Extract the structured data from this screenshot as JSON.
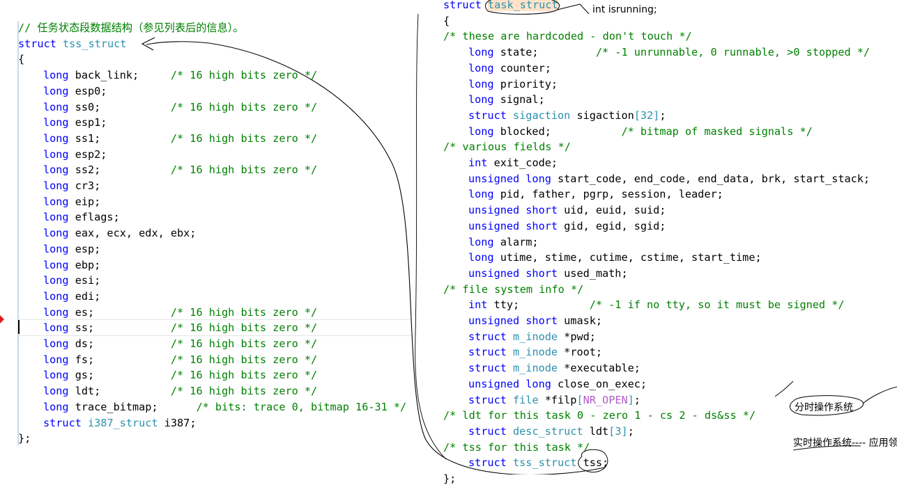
{
  "left_code": [
    {
      "i": 0,
      "parts": [
        {
          "t": "// 任务状态段数据结构（参见列表后的信息）。",
          "c": "cm"
        }
      ]
    },
    {
      "i": 0,
      "parts": [
        {
          "t": "struct ",
          "c": "kw"
        },
        {
          "t": "tss_struct",
          "c": "ty"
        }
      ]
    },
    {
      "i": 0,
      "parts": [
        {
          "t": "{",
          "c": ""
        }
      ]
    },
    {
      "i": 1,
      "parts": [
        {
          "t": "long ",
          "c": "kw"
        },
        {
          "t": "back_link;     ",
          "c": ""
        },
        {
          "t": "/* 16 high bits zero */",
          "c": "cm"
        }
      ]
    },
    {
      "i": 1,
      "parts": [
        {
          "t": "long ",
          "c": "kw"
        },
        {
          "t": "esp0;",
          "c": ""
        }
      ]
    },
    {
      "i": 1,
      "parts": [
        {
          "t": "long ",
          "c": "kw"
        },
        {
          "t": "ss0;           ",
          "c": ""
        },
        {
          "t": "/* 16 high bits zero */",
          "c": "cm"
        }
      ]
    },
    {
      "i": 1,
      "parts": [
        {
          "t": "long ",
          "c": "kw"
        },
        {
          "t": "esp1;",
          "c": ""
        }
      ]
    },
    {
      "i": 1,
      "parts": [
        {
          "t": "long ",
          "c": "kw"
        },
        {
          "t": "ss1;           ",
          "c": ""
        },
        {
          "t": "/* 16 high bits zero */",
          "c": "cm"
        }
      ]
    },
    {
      "i": 1,
      "parts": [
        {
          "t": "long ",
          "c": "kw"
        },
        {
          "t": "esp2;",
          "c": ""
        }
      ]
    },
    {
      "i": 1,
      "parts": [
        {
          "t": "long ",
          "c": "kw"
        },
        {
          "t": "ss2;           ",
          "c": ""
        },
        {
          "t": "/* 16 high bits zero */",
          "c": "cm"
        }
      ]
    },
    {
      "i": 1,
      "parts": [
        {
          "t": "long ",
          "c": "kw"
        },
        {
          "t": "cr3;",
          "c": ""
        }
      ]
    },
    {
      "i": 1,
      "parts": [
        {
          "t": "long ",
          "c": "kw"
        },
        {
          "t": "eip;",
          "c": ""
        }
      ]
    },
    {
      "i": 1,
      "parts": [
        {
          "t": "long ",
          "c": "kw"
        },
        {
          "t": "eflags;",
          "c": ""
        }
      ]
    },
    {
      "i": 1,
      "parts": [
        {
          "t": "long ",
          "c": "kw"
        },
        {
          "t": "eax, ecx, edx, ebx;",
          "c": ""
        }
      ]
    },
    {
      "i": 1,
      "parts": [
        {
          "t": "long ",
          "c": "kw"
        },
        {
          "t": "esp;",
          "c": ""
        }
      ]
    },
    {
      "i": 1,
      "parts": [
        {
          "t": "long ",
          "c": "kw"
        },
        {
          "t": "ebp;",
          "c": ""
        }
      ]
    },
    {
      "i": 1,
      "parts": [
        {
          "t": "long ",
          "c": "kw"
        },
        {
          "t": "esi;",
          "c": ""
        }
      ]
    },
    {
      "i": 1,
      "parts": [
        {
          "t": "long ",
          "c": "kw"
        },
        {
          "t": "edi;",
          "c": ""
        }
      ]
    },
    {
      "i": 1,
      "parts": [
        {
          "t": "long ",
          "c": "kw"
        },
        {
          "t": "es;            ",
          "c": ""
        },
        {
          "t": "/* 16 high bits zero */",
          "c": "cm"
        }
      ]
    },
    {
      "i": 1,
      "parts": [
        {
          "t": "long ",
          "c": "kw"
        },
        {
          "t": "ss;            ",
          "c": ""
        },
        {
          "t": "/* 16 high bits zero */",
          "c": "cm"
        }
      ]
    },
    {
      "i": 1,
      "parts": [
        {
          "t": "long ",
          "c": "kw"
        },
        {
          "t": "ds;            ",
          "c": ""
        },
        {
          "t": "/* 16 high bits zero */",
          "c": "cm"
        }
      ]
    },
    {
      "i": 1,
      "parts": [
        {
          "t": "long ",
          "c": "kw"
        },
        {
          "t": "fs;            ",
          "c": ""
        },
        {
          "t": "/* 16 high bits zero */",
          "c": "cm"
        }
      ]
    },
    {
      "i": 1,
      "parts": [
        {
          "t": "long ",
          "c": "kw"
        },
        {
          "t": "gs;            ",
          "c": ""
        },
        {
          "t": "/* 16 high bits zero */",
          "c": "cm"
        }
      ]
    },
    {
      "i": 1,
      "parts": [
        {
          "t": "long ",
          "c": "kw"
        },
        {
          "t": "ldt;           ",
          "c": ""
        },
        {
          "t": "/* 16 high bits zero */",
          "c": "cm"
        }
      ]
    },
    {
      "i": 1,
      "parts": [
        {
          "t": "long ",
          "c": "kw"
        },
        {
          "t": "trace_bitmap;      ",
          "c": ""
        },
        {
          "t": "/* bits: trace 0, bitmap 16-31 */",
          "c": "cm"
        }
      ]
    },
    {
      "i": 1,
      "parts": [
        {
          "t": "struct ",
          "c": "kw"
        },
        {
          "t": "i387_struct",
          "c": "ty"
        },
        {
          "t": " i387;",
          "c": ""
        }
      ]
    },
    {
      "i": 0,
      "parts": [
        {
          "t": "};",
          "c": ""
        }
      ]
    }
  ],
  "right_code": [
    {
      "i": 0,
      "parts": [
        {
          "t": "struct ",
          "c": "kw"
        },
        {
          "t": "task_struct",
          "c": "ty hl-word"
        }
      ]
    },
    {
      "i": 0,
      "parts": [
        {
          "t": "{",
          "c": ""
        }
      ]
    },
    {
      "i": 0,
      "parts": [
        {
          "t": "/* these are hardcoded - don't touch */",
          "c": "cm"
        }
      ]
    },
    {
      "i": 1,
      "parts": [
        {
          "t": "long ",
          "c": "kw"
        },
        {
          "t": "state;         ",
          "c": ""
        },
        {
          "t": "/* -1 unrunnable, 0 runnable, >0 stopped */",
          "c": "cm"
        }
      ]
    },
    {
      "i": 1,
      "parts": [
        {
          "t": "long ",
          "c": "kw"
        },
        {
          "t": "counter;",
          "c": ""
        }
      ]
    },
    {
      "i": 1,
      "parts": [
        {
          "t": "long ",
          "c": "kw"
        },
        {
          "t": "priority;",
          "c": ""
        }
      ]
    },
    {
      "i": 1,
      "parts": [
        {
          "t": "long ",
          "c": "kw"
        },
        {
          "t": "signal;",
          "c": ""
        }
      ]
    },
    {
      "i": 1,
      "parts": [
        {
          "t": "struct ",
          "c": "kw"
        },
        {
          "t": "sigaction",
          "c": "ty"
        },
        {
          "t": " sigaction",
          "c": ""
        },
        {
          "t": "[32]",
          "c": "ac"
        },
        {
          "t": ";",
          "c": ""
        }
      ]
    },
    {
      "i": 1,
      "parts": [
        {
          "t": "long ",
          "c": "kw"
        },
        {
          "t": "blocked;           ",
          "c": ""
        },
        {
          "t": "/* bitmap of masked signals */",
          "c": "cm"
        }
      ]
    },
    {
      "i": 0,
      "parts": [
        {
          "t": "/* various fields */",
          "c": "cm"
        }
      ]
    },
    {
      "i": 1,
      "parts": [
        {
          "t": "int ",
          "c": "kw"
        },
        {
          "t": "exit_code;",
          "c": ""
        }
      ]
    },
    {
      "i": 1,
      "parts": [
        {
          "t": "unsigned long ",
          "c": "kw"
        },
        {
          "t": "start_code, end_code, end_data, brk, start_stack;",
          "c": ""
        }
      ]
    },
    {
      "i": 1,
      "parts": [
        {
          "t": "long ",
          "c": "kw"
        },
        {
          "t": "pid, father, pgrp, session, leader;",
          "c": ""
        }
      ]
    },
    {
      "i": 1,
      "parts": [
        {
          "t": "unsigned short ",
          "c": "kw"
        },
        {
          "t": "uid, euid, suid;",
          "c": ""
        }
      ]
    },
    {
      "i": 1,
      "parts": [
        {
          "t": "unsigned short ",
          "c": "kw"
        },
        {
          "t": "gid, egid, sgid;",
          "c": ""
        }
      ]
    },
    {
      "i": 1,
      "parts": [
        {
          "t": "long ",
          "c": "kw"
        },
        {
          "t": "alarm;",
          "c": ""
        }
      ]
    },
    {
      "i": 1,
      "parts": [
        {
          "t": "long ",
          "c": "kw"
        },
        {
          "t": "utime, stime, cutime, cstime, start_time;",
          "c": ""
        }
      ]
    },
    {
      "i": 1,
      "parts": [
        {
          "t": "unsigned short ",
          "c": "kw"
        },
        {
          "t": "used_math;",
          "c": ""
        }
      ]
    },
    {
      "i": 0,
      "parts": [
        {
          "t": "/* file system info */",
          "c": "cm"
        }
      ]
    },
    {
      "i": 1,
      "parts": [
        {
          "t": "int ",
          "c": "kw"
        },
        {
          "t": "tty;           ",
          "c": ""
        },
        {
          "t": "/* -1 if no tty, so it must be signed */",
          "c": "cm"
        }
      ]
    },
    {
      "i": 1,
      "parts": [
        {
          "t": "unsigned short ",
          "c": "kw"
        },
        {
          "t": "umask;",
          "c": ""
        }
      ]
    },
    {
      "i": 1,
      "parts": [
        {
          "t": "struct ",
          "c": "kw"
        },
        {
          "t": "m_inode",
          "c": "ty"
        },
        {
          "t": " *pwd;",
          "c": ""
        }
      ]
    },
    {
      "i": 1,
      "parts": [
        {
          "t": "struct ",
          "c": "kw"
        },
        {
          "t": "m_inode",
          "c": "ty"
        },
        {
          "t": " *root;",
          "c": ""
        }
      ]
    },
    {
      "i": 1,
      "parts": [
        {
          "t": "struct ",
          "c": "kw"
        },
        {
          "t": "m_inode",
          "c": "ty"
        },
        {
          "t": " *executable;",
          "c": ""
        }
      ]
    },
    {
      "i": 1,
      "parts": [
        {
          "t": "unsigned long ",
          "c": "kw"
        },
        {
          "t": "close_on_exec;",
          "c": ""
        }
      ]
    },
    {
      "i": 1,
      "parts": [
        {
          "t": "struct ",
          "c": "kw"
        },
        {
          "t": "file",
          "c": "ty"
        },
        {
          "t": " *filp",
          "c": ""
        },
        {
          "t": "[",
          "c": "ac"
        },
        {
          "t": "NR_OPEN",
          "c": "mac2"
        },
        {
          "t": "]",
          "c": "ac"
        },
        {
          "t": ";",
          "c": ""
        }
      ]
    },
    {
      "i": 0,
      "parts": [
        {
          "t": "/* ldt for this task 0 - zero 1 - cs 2 - ds&ss */",
          "c": "cm"
        }
      ]
    },
    {
      "i": 1,
      "parts": [
        {
          "t": "struct ",
          "c": "kw"
        },
        {
          "t": "desc_struct",
          "c": "ty"
        },
        {
          "t": " ldt",
          "c": ""
        },
        {
          "t": "[3]",
          "c": "ac"
        },
        {
          "t": ";",
          "c": ""
        }
      ]
    },
    {
      "i": 0,
      "parts": [
        {
          "t": "/* tss for this task */",
          "c": "cm"
        }
      ]
    },
    {
      "i": 1,
      "parts": [
        {
          "t": "struct ",
          "c": "kw"
        },
        {
          "t": "tss_struct",
          "c": "ty"
        },
        {
          "t": " tss;",
          "c": ""
        }
      ]
    },
    {
      "i": 0,
      "parts": [
        {
          "t": "};",
          "c": ""
        }
      ]
    }
  ],
  "annotations": {
    "int_isrunning": "int isrunning;",
    "time_sharing_os": "分时操作系统",
    "realtime_os": "实时操作系统---- 应用领"
  }
}
